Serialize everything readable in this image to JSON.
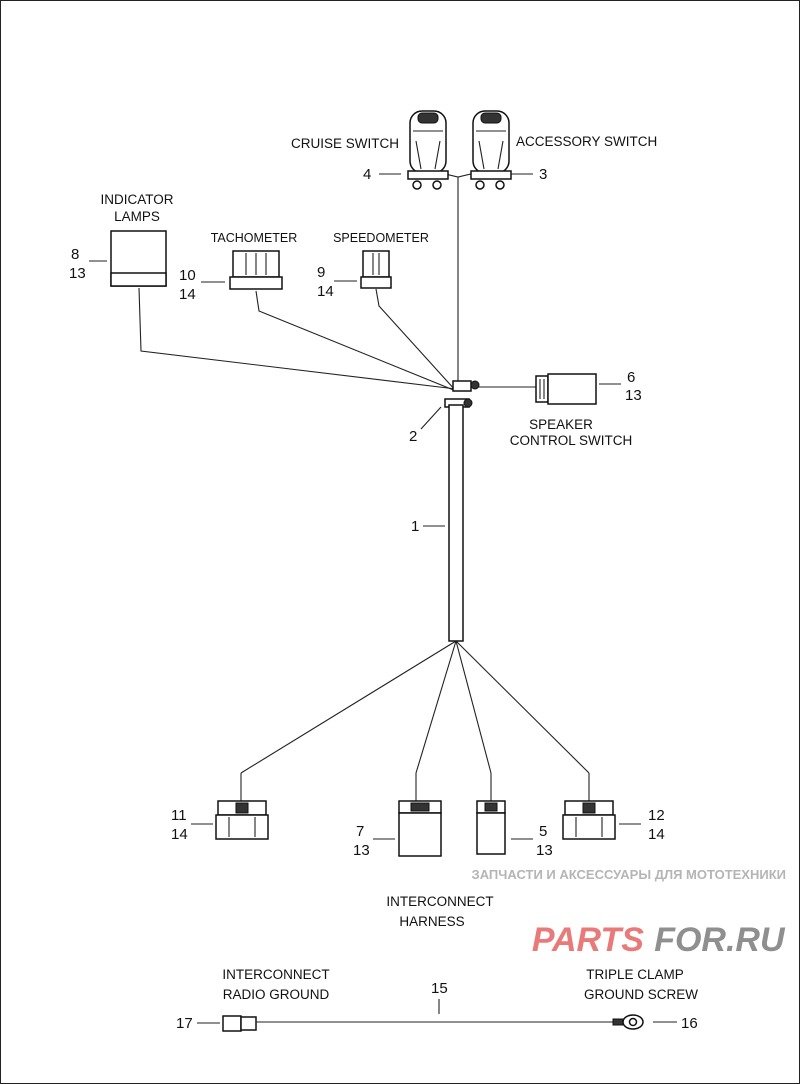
{
  "diagram": {
    "labels": {
      "cruise_switch": "CRUISE SWITCH",
      "accessory_switch": "ACCESSORY SWITCH",
      "indicator_lamps_1": "INDICATOR",
      "indicator_lamps_2": "LAMPS",
      "tachometer": "TACHOMETER",
      "speedometer": "SPEEDOMETER",
      "speaker_control_1": "SPEAKER",
      "speaker_control_2": "CONTROL SWITCH",
      "interconnect_harness_1": "INTERCONNECT",
      "interconnect_harness_2": "HARNESS",
      "radio_ground_1": "INTERCONNECT",
      "radio_ground_2": "RADIO GROUND",
      "triple_clamp_1": "TRIPLE CLAMP",
      "triple_clamp_2": "GROUND SCREW"
    },
    "callouts": {
      "c1": "1",
      "c2": "2",
      "c3": "3",
      "c4": "4",
      "c5": "5",
      "c5b": "13",
      "c6": "6",
      "c6b": "13",
      "c7": "7",
      "c7b": "13",
      "c8": "8",
      "c8b": "13",
      "c9": "9",
      "c9b": "14",
      "c10": "10",
      "c10b": "14",
      "c11": "11",
      "c11b": "14",
      "c12": "12",
      "c12b": "14",
      "c15": "15",
      "c16": "16",
      "c17": "17"
    }
  },
  "watermark": {
    "tagline": "ЗАПЧАСТИ И АКСЕССУАРЫ ДЛЯ МОТОТЕХНИКИ",
    "brand_a": "PARTS",
    "brand_b": "FOR.RU"
  }
}
